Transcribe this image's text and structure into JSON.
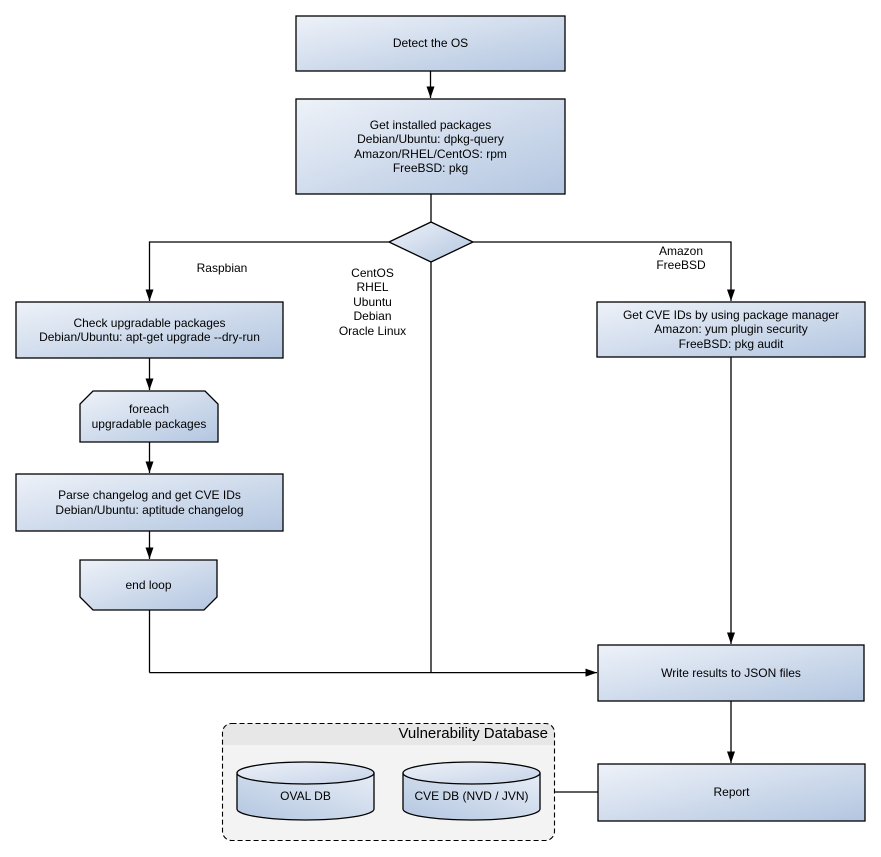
{
  "flowchart": {
    "nodes": {
      "detect_os": "Detect the OS",
      "get_installed_packages": "Get installed packages\nDebian/Ubuntu: dpkg-query\nAmazon/RHEL/CentOS: rpm\nFreeBSD: pkg",
      "check_upgradable": "Check upgradable packages\nDebian/Ubuntu: apt-get upgrade --dry-run",
      "foreach_loop": "foreach\nupgradable  packages",
      "parse_changelog": "Parse changelog and get  CVE IDs\nDebian/Ubuntu: aptitude changelog",
      "end_loop": "end loop",
      "get_cve_ids": "Get CVE IDs by using package manager\nAmazon: yum plugin security\nFreeBSD: pkg audit",
      "write_results": "Write results to JSON files",
      "report": "Report"
    },
    "branch_labels": {
      "left": "Raspbian",
      "middle": "CentOS\nRHEL\nUbuntu\nDebian\nOracle Linux",
      "right": "Amazon\nFreeBSD"
    },
    "database": {
      "title": "Vulnerability Database",
      "cylinders": [
        {
          "label": "OVAL DB"
        },
        {
          "label": "CVE DB (NVD / JVN)"
        }
      ]
    },
    "colors": {
      "node_fill_light": "#ecf0f8",
      "node_fill_dark": "#b3c6e0",
      "node_border": "#000000",
      "container_fill": "#f3f3f3",
      "container_title_band": "#e7e7e7",
      "edge": "#000000"
    }
  }
}
